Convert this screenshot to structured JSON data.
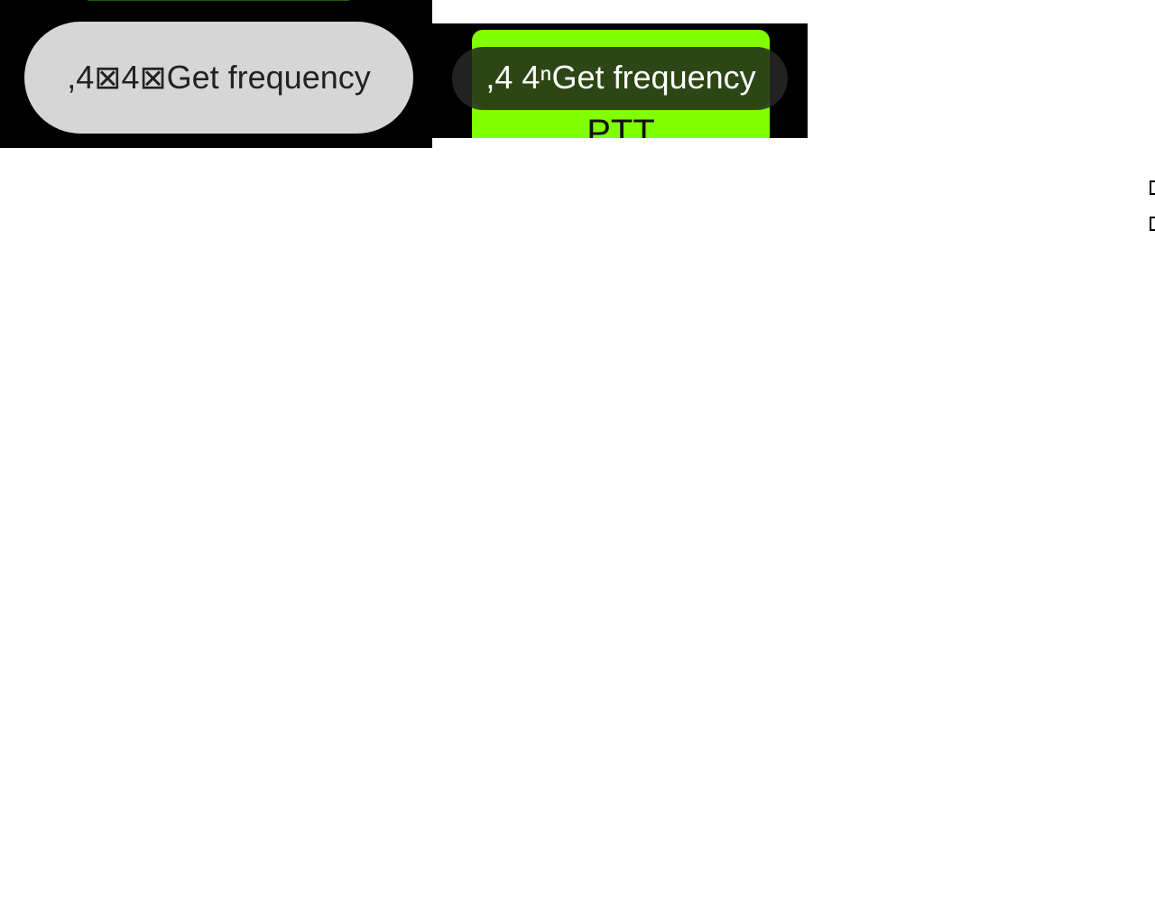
{
  "left_screen": {
    "get_frequency_label": ",4⊠4⊠Get frequency"
  },
  "right_screen": {
    "get_frequency_label": ",4 4ⁿGet frequency",
    "ptt_label": "PTT",
    "ptt_color": "#80ff00"
  }
}
